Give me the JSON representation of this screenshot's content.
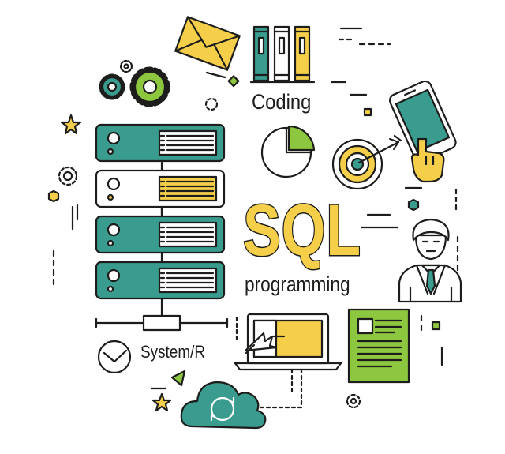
{
  "labels": {
    "coding": "Coding",
    "sql": "SQL",
    "programming": "programming",
    "system_r": "System/R"
  },
  "colors": {
    "teal": "#3a9b8f",
    "yellow": "#f6cf4a",
    "green": "#8dc63f",
    "outline": "#1d1d1b",
    "white": "#ffffff"
  },
  "icons": [
    "envelope-icon",
    "books-icon",
    "gears-icon",
    "server-rack-icon",
    "pie-chart-icon",
    "target-icon",
    "smartphone-hand-icon",
    "businessman-icon",
    "document-icon",
    "laptop-icon",
    "cloud-sync-icon",
    "clock-icon",
    "star-icon",
    "hexagon-icon"
  ]
}
